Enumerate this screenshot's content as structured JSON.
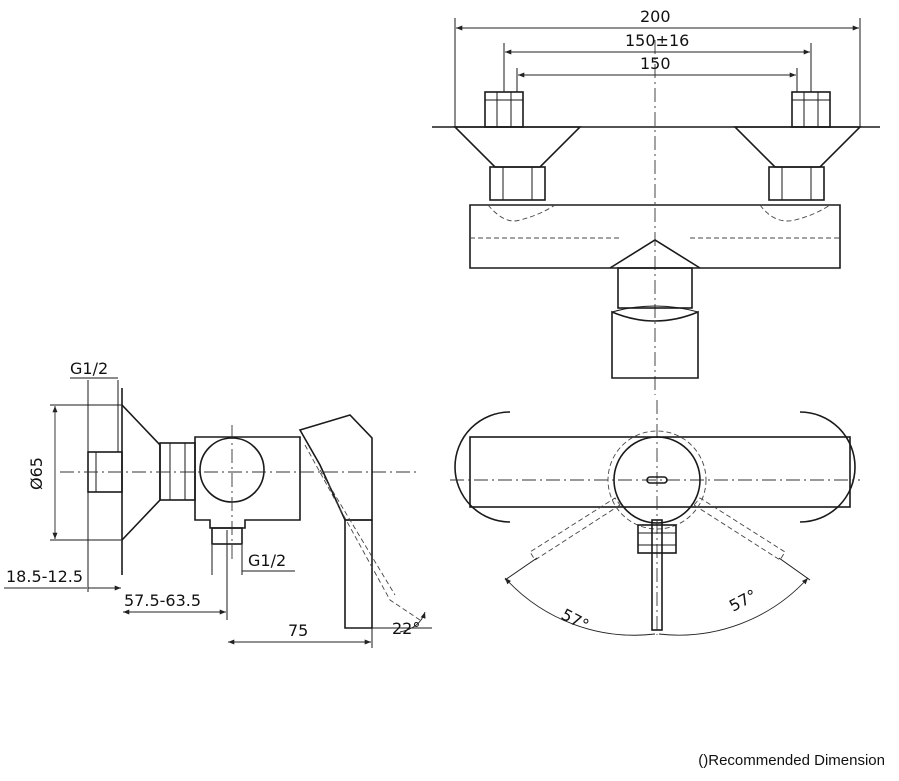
{
  "front_view": {
    "dim_overall": "200",
    "dim_adjust": "150±16",
    "dim_center": "150"
  },
  "side_view": {
    "thread_top": "G1/2",
    "diameter": "Ø65",
    "thread_bottom": "G1/2",
    "dim_wall": "18.5-12.5",
    "dim_projection": "57.5-63.5",
    "dim_body": "75",
    "angle_handle": "22°"
  },
  "top_view": {
    "angle_left": "57°",
    "angle_right": "57°"
  },
  "footnote": "()Recommended Dimension"
}
